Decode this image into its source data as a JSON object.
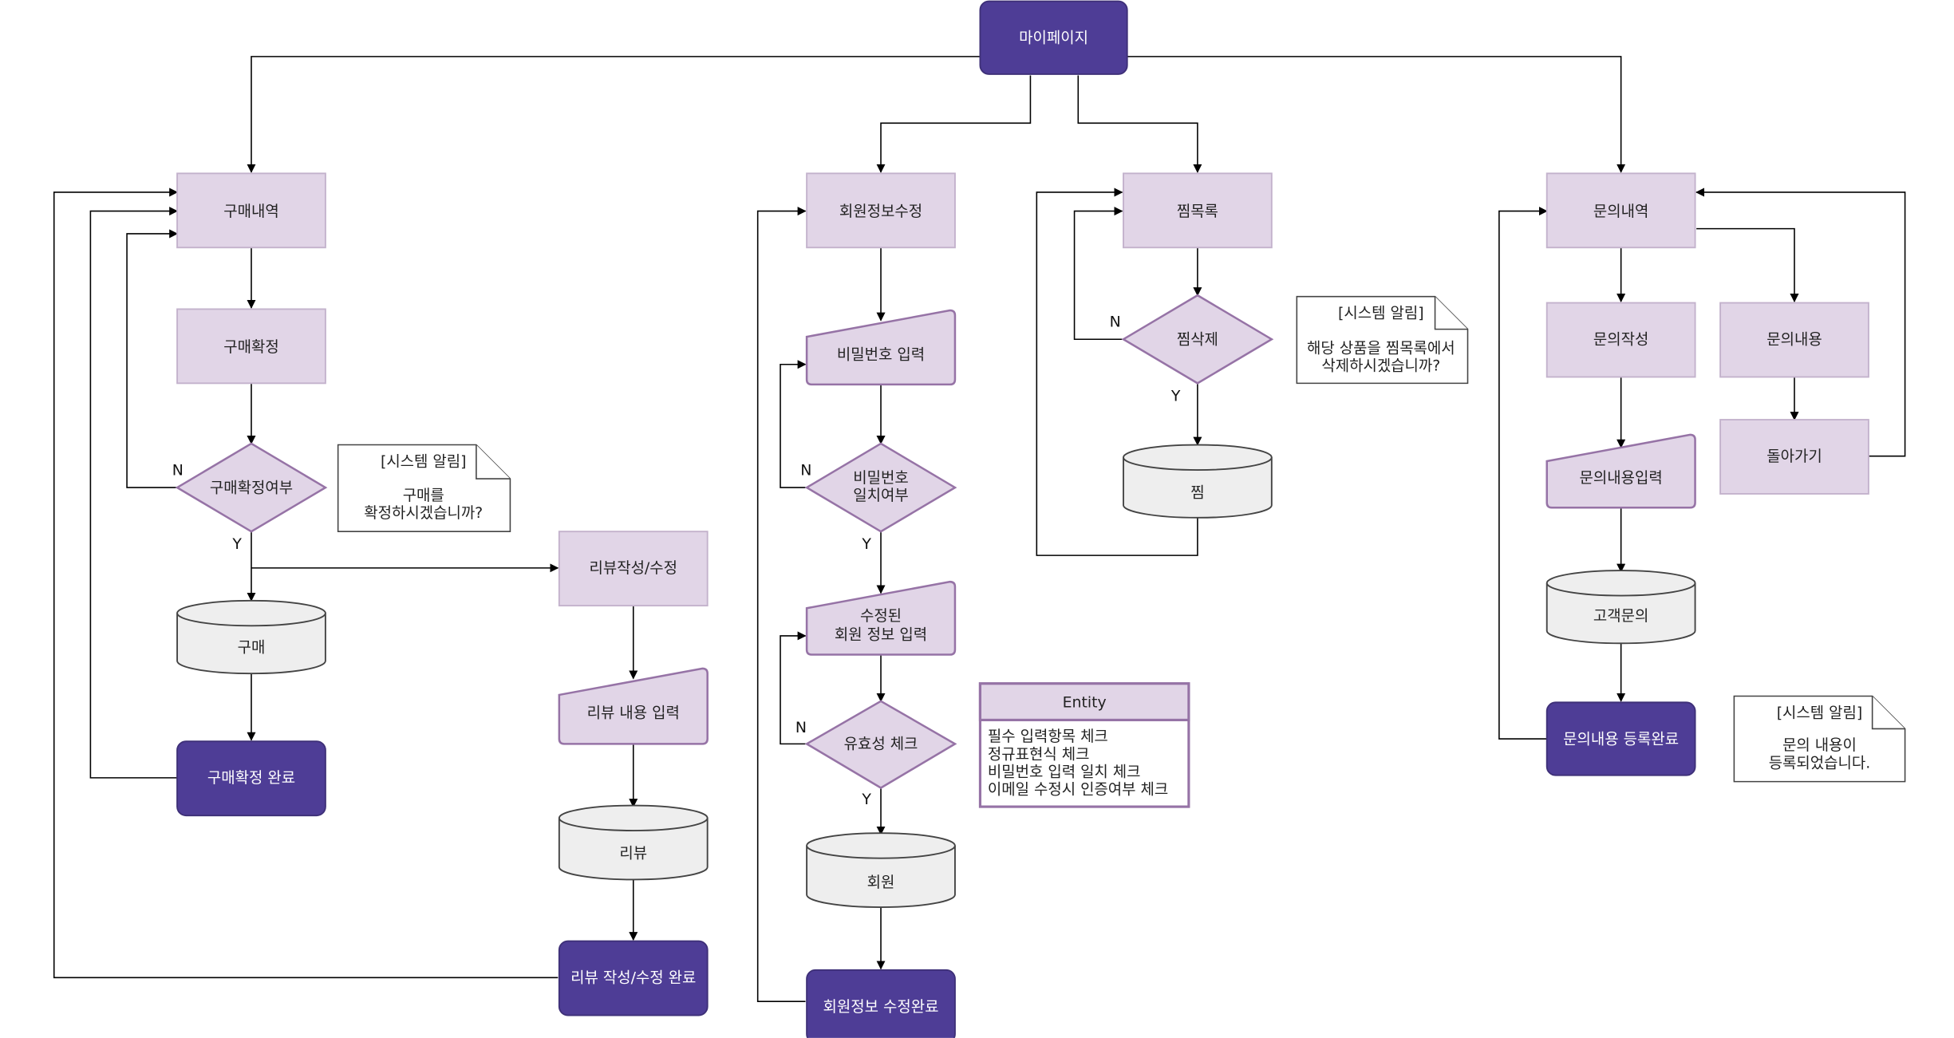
{
  "nodes": {
    "mypage": "마이페이지",
    "purchase_history": "구매내역",
    "purchase_confirm": "구매확정",
    "purchase_confirm_q": "구매확정여부",
    "purchase_db": "구매",
    "purchase_done": "구매확정 완료",
    "review_write": "리뷰작성/수정",
    "review_input": "리뷰 내용 입력",
    "review_db": "리뷰",
    "review_done": "리뷰 작성/수정 완료",
    "member_edit": "회원정보수정",
    "pw_input": "비밀번호 입력",
    "pw_match_q": [
      "비밀번호",
      "일치여부"
    ],
    "edited_info_input": [
      "수정된",
      "회원 정보 입력"
    ],
    "validity_check": "유효성 체크",
    "member_db": "회원",
    "member_done": "회원정보 수정완료",
    "wishlist": "찜목록",
    "wish_delete_q": "찜삭제",
    "wish_db": "찜",
    "inquiry_history": "문의내역",
    "inquiry_write": "문의작성",
    "inquiry_content": "문의내용",
    "go_back": "돌아가기",
    "inquiry_input": "문의내용입력",
    "inquiry_db": "고객문의",
    "inquiry_done": "문의내용 등록완료"
  },
  "notes": {
    "purchase": [
      "[시스템 알림]",
      "구매를",
      "확정하시겠습니까?"
    ],
    "wish": [
      "[시스템 알림]",
      "해당 상품을 찜목록에서",
      "삭제하시겠습니까?"
    ],
    "inquiry": [
      "[시스템 알림]",
      "문의 내용이",
      "등록되었습니다."
    ]
  },
  "entity": {
    "title": "Entity",
    "items": [
      "필수 입력항목 체크",
      "정규표현식 체크",
      "비밀번호 입력 일치 체크",
      "이메일 수정시 인증여부 체크"
    ]
  },
  "edge_labels": {
    "no": "N",
    "yes": "Y"
  },
  "colors": {
    "process_fill": "#e1d5e7",
    "process_stroke": "#9673a6",
    "terminal_fill": "#4e3d96",
    "database_fill": "#eeeeee"
  }
}
